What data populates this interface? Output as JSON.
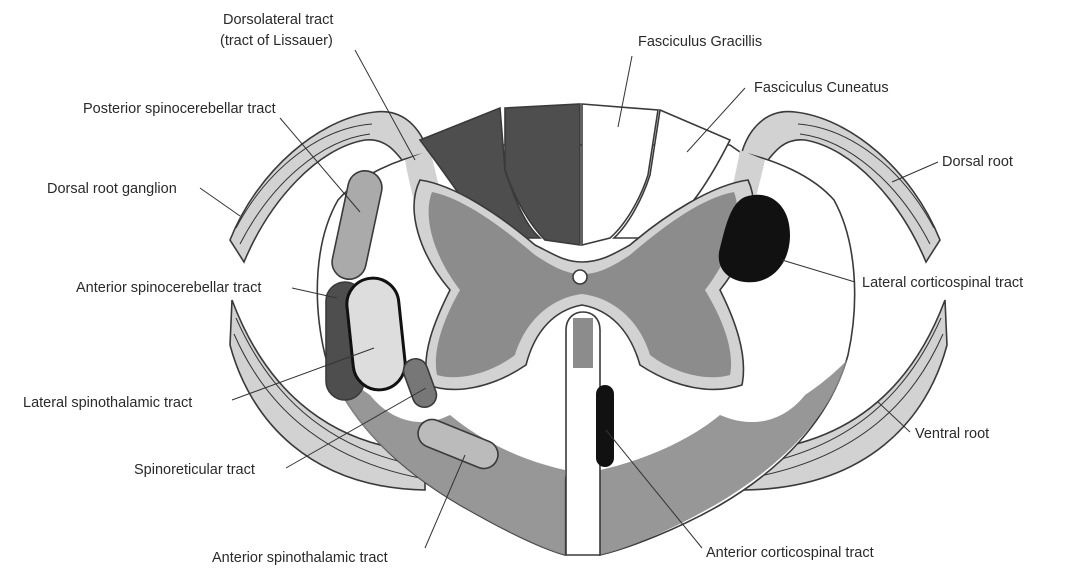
{
  "labels": {
    "dorsolateral_line1": "Dorsolateral tract",
    "dorsolateral_line2": "(tract of Lissauer)",
    "fasciculus_gracilis": "Fasciculus Gracillis",
    "fasciculus_cuneatus": "Fasciculus Cuneatus",
    "posterior_spinocerebellar": "Posterior spinocerebellar tract",
    "dorsal_root_ganglion": "Dorsal root ganglion",
    "dorsal_root": "Dorsal root",
    "lateral_corticospinal": "Lateral corticospinal tract",
    "anterior_spinocerebellar": "Anterior spinocerebellar tract",
    "lateral_spinothalamic": "Lateral spinothalamic tract",
    "spinoreticular": "Spinoreticular tract",
    "ventral_root": "Ventral root",
    "anterior_spinothalamic": "Anterior spinothalamic tract",
    "anterior_corticospinal": "Anterior corticospinal tract"
  },
  "colors": {
    "white_matter": "#ffffff",
    "gray_matter": "#8c8c8c",
    "light_gray": "#d2d2d2",
    "dark_tract": "#4e4e4e",
    "black_tract": "#111111",
    "outline": "#3a3a3a"
  }
}
